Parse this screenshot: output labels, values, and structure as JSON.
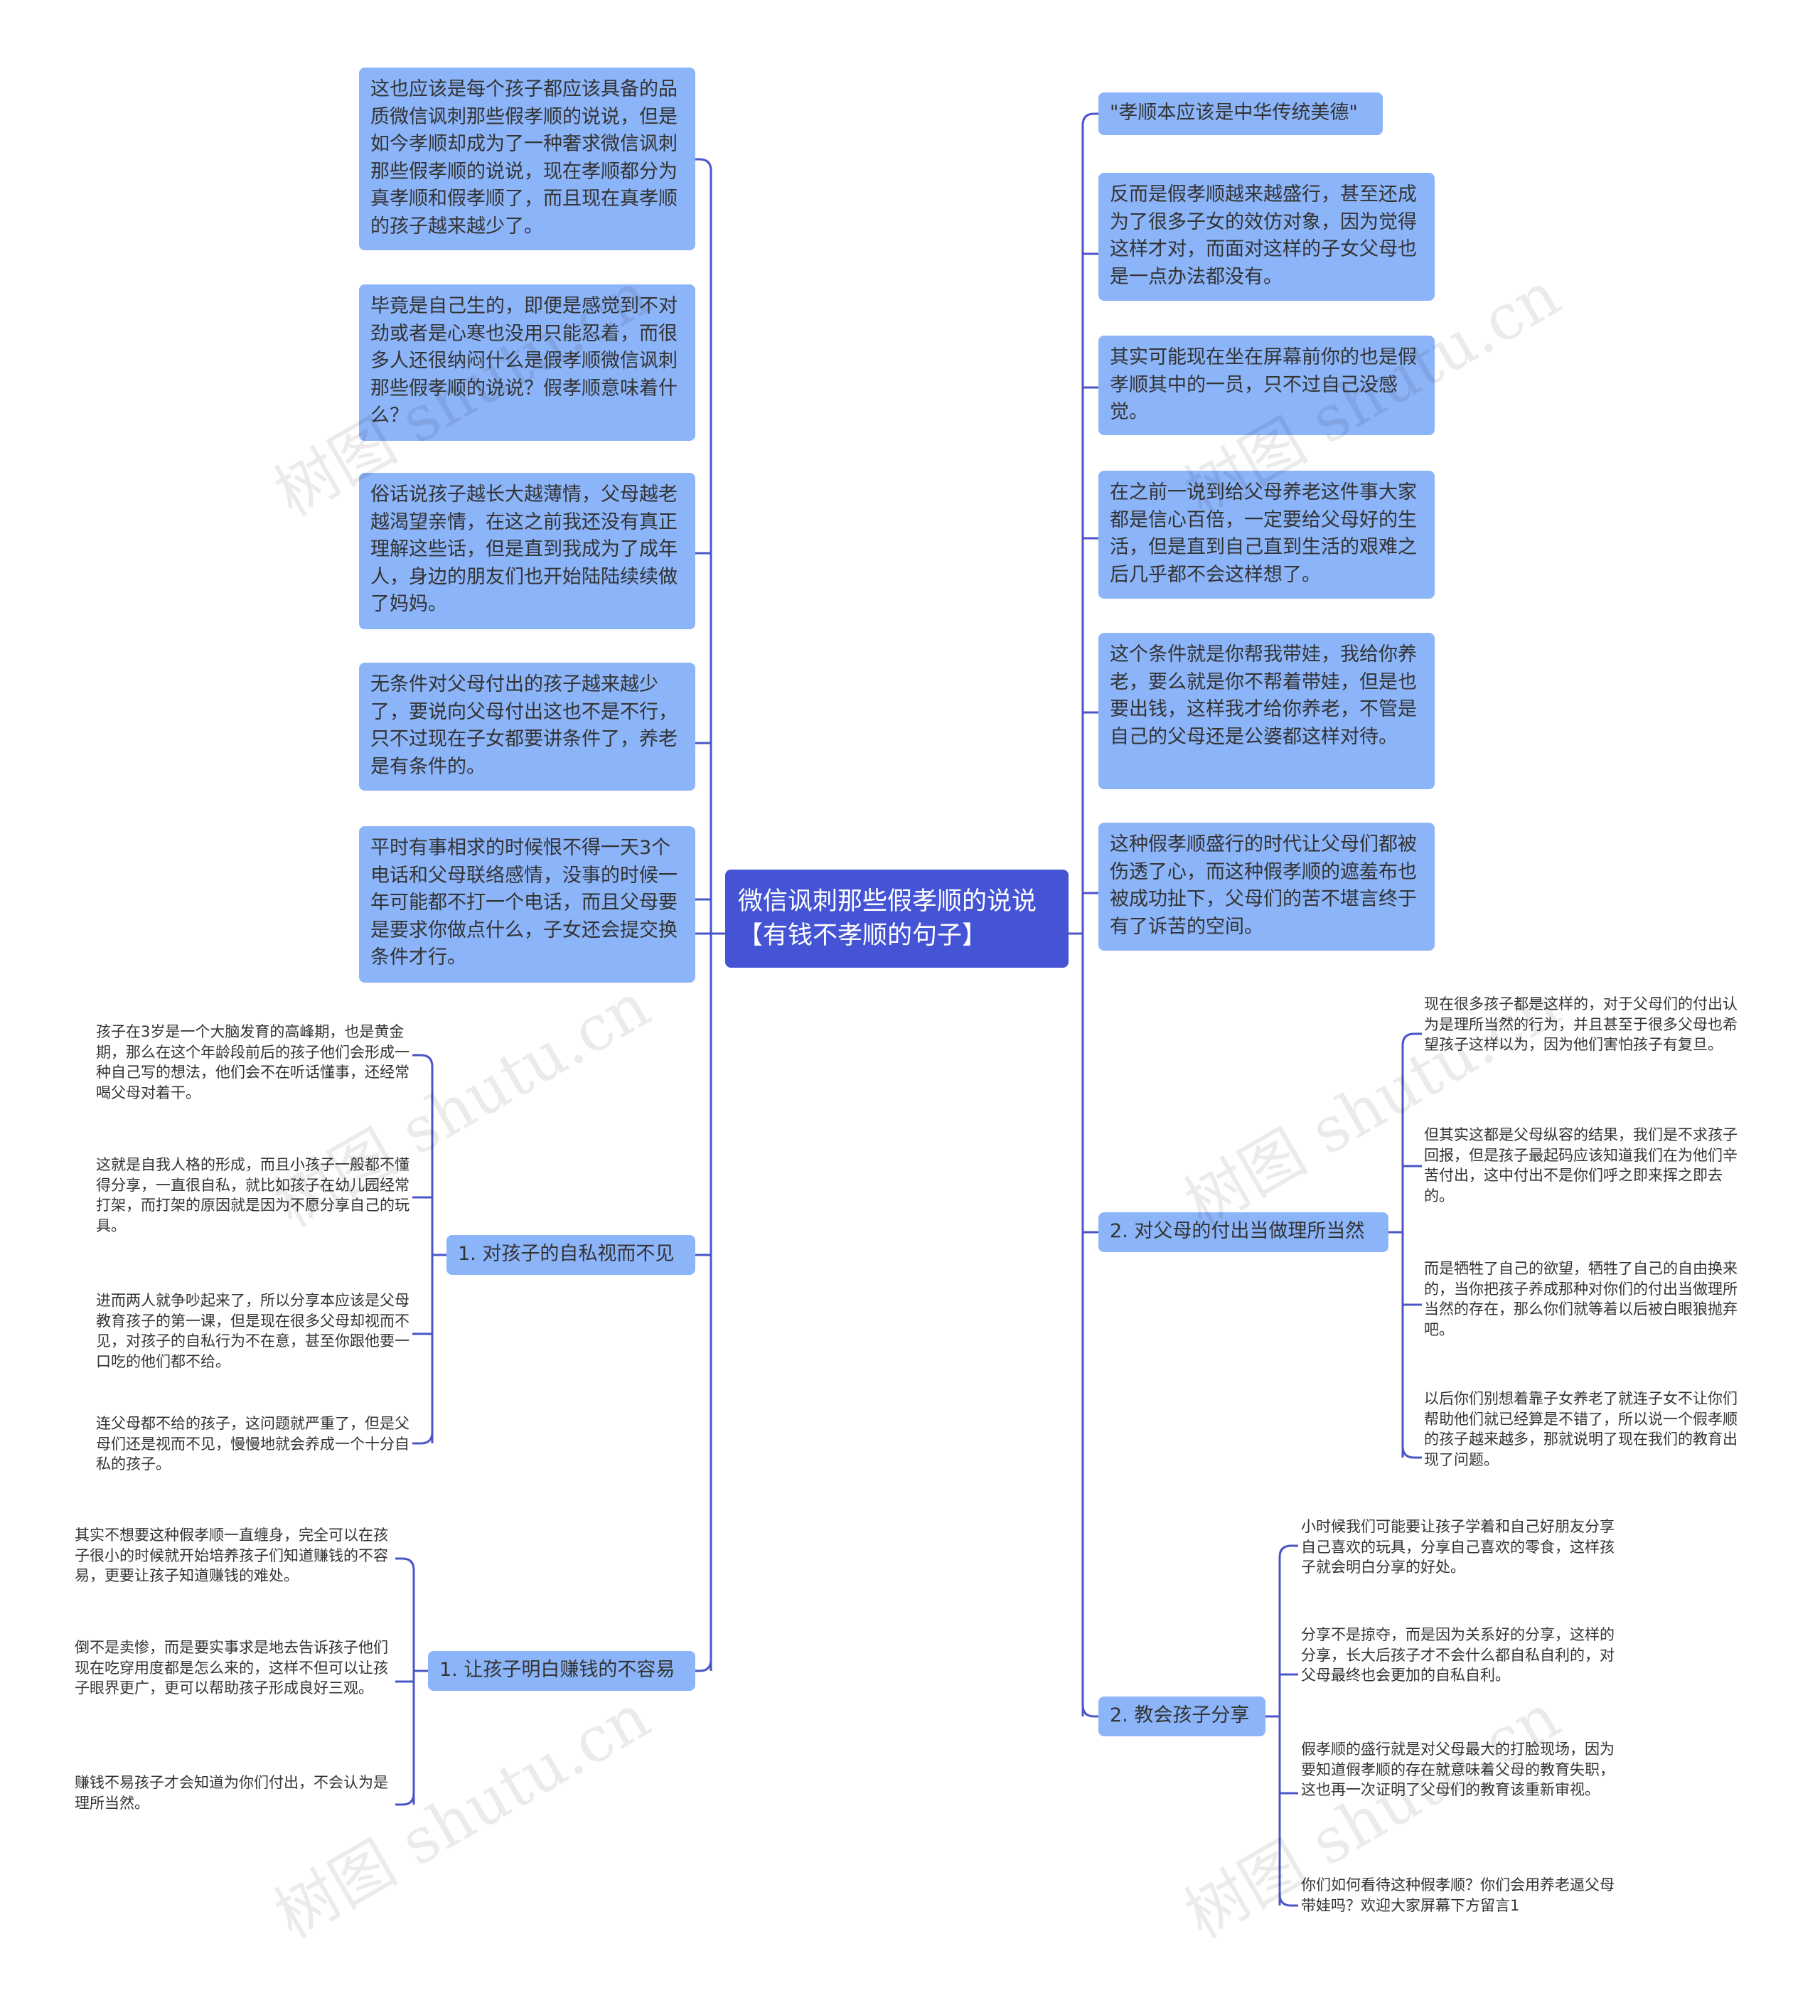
{
  "root": {
    "title": "微信讽刺那些假孝顺的说说【有钱不孝顺的句子】"
  },
  "left_main": [
    "这也应该是每个孩子都应该具备的品质微信讽刺那些假孝顺的说说，但是如今孝顺却成为了一种奢求微信讽刺那些假孝顺的说说，现在孝顺都分为真孝顺和假孝顺了，而且现在真孝顺的孩子越来越少了。",
    "毕竟是自己生的，即便是感觉到不对劲或者是心寒也没用只能忍着，而很多人还很纳闷什么是假孝顺微信讽刺那些假孝顺的说说？假孝顺意味着什么？",
    "俗话说孩子越长大越薄情，父母越老越渴望亲情，在这之前我还没有真正理解这些话，但是直到我成为了成年人，身边的朋友们也开始陆陆续续做了妈妈。",
    "无条件对父母付出的孩子越来越少了，要说向父母付出这也不是不行，只不过现在子女都要讲条件了，养老是有条件的。",
    "平时有事相求的时候恨不得一天3个电话和父母联络感情，没事的时候一年可能都不打一个电话，而且父母要是要求你做点什么，子女还会提交换条件才行。"
  ],
  "left_branch1": {
    "label": "1. 对孩子的自私视而不见",
    "children": [
      "孩子在3岁是一个大脑发育的高峰期，也是黄金期，那么在这个年龄段前后的孩子他们会形成一种自己写的想法，他们会不在听话懂事，还经常喝父母对着干。",
      "这就是自我人格的形成，而且小孩子一般都不懂得分享，一直很自私，就比如孩子在幼儿园经常打架，而打架的原因就是因为不愿分享自己的玩具。",
      "进而两人就争吵起来了，所以分享本应该是父母教育孩子的第一课，但是现在很多父母却视而不见，对孩子的自私行为不在意，甚至你跟他要一口吃的他们都不给。",
      "连父母都不给的孩子，这问题就严重了，但是父母们还是视而不见，慢慢地就会养成一个十分自私的孩子。"
    ]
  },
  "left_branch2": {
    "label": "1. 让孩子明白赚钱的不容易",
    "children": [
      "其实不想要这种假孝顺一直缠身，完全可以在孩子很小的时候就开始培养孩子们知道赚钱的不容易，更要让孩子知道赚钱的难处。",
      "倒不是卖惨，而是要实事求是地去告诉孩子他们现在吃穿用度都是怎么来的，这样不但可以让孩子眼界更广，更可以帮助孩子形成良好三观。",
      "赚钱不易孩子才会知道为你们付出，不会认为是理所当然。"
    ]
  },
  "right_main": [
    "\"孝顺本应该是中华传统美德\"",
    "反而是假孝顺越来越盛行，甚至还成为了很多子女的效仿对象，因为觉得这样才对，而面对这样的子女父母也是一点办法都没有。",
    "其实可能现在坐在屏幕前你的也是假孝顺其中的一员，只不过自己没感觉。",
    "在之前一说到给父母养老这件事大家都是信心百倍，一定要给父母好的生活，但是直到自己直到生活的艰难之后几乎都不会这样想了。",
    "这个条件就是你帮我带娃，我给你养老，要么就是你不帮着带娃，但是也要出钱，这样我才给你养老，不管是自己的父母还是公婆都这样对待。",
    "这种假孝顺盛行的时代让父母们都被伤透了心，而这种假孝顺的遮羞布也被成功扯下，父母们的苦不堪言终于有了诉苦的空间。"
  ],
  "right_branch1": {
    "label": "2. 对父母的付出当做理所当然",
    "children": [
      "现在很多孩子都是这样的，对于父母们的付出认为是理所当然的行为，并且甚至于很多父母也希望孩子这样以为，因为他们害怕孩子有复旦。",
      "但其实这都是父母纵容的结果，我们是不求孩子回报，但是孩子最起码应该知道我们在为他们辛苦付出，这中付出不是你们呼之即来挥之即去的。",
      "而是牺牲了自己的欲望，牺牲了自己的自由换来的，当你把孩子养成那种对你们的付出当做理所当然的存在，那么你们就等着以后被白眼狼抛弃吧。",
      "以后你们别想着靠子女养老了就连子女不让你们帮助他们就已经算是不错了，所以说一个假孝顺的孩子越来越多，那就说明了现在我们的教育出现了问题。"
    ]
  },
  "right_branch2": {
    "label": "2. 教会孩子分享",
    "children": [
      "小时候我们可能要让孩子学着和自己好朋友分享自己喜欢的玩具，分享自己喜欢的零食，这样孩子就会明白分享的好处。",
      "分享不是掠夺，而是因为关系好的分享，这样的分享，长大后孩子才不会什么都自私自利的，对父母最终也会更加的自私自利。",
      "假孝顺的盛行就是对父母最大的打脸现场，因为要知道假孝顺的存在就意味着父母的教育失职，这也再一次证明了父母们的教育该重新审视。",
      "你们如何看待这种假孝顺？你们会用养老逼父母带娃吗？欢迎大家屏幕下方留言1"
    ]
  },
  "watermark": "树图 shutu.cn",
  "colors": {
    "root": "#4454d4",
    "node": "#8cb4f8",
    "line": "#4a55c8"
  }
}
